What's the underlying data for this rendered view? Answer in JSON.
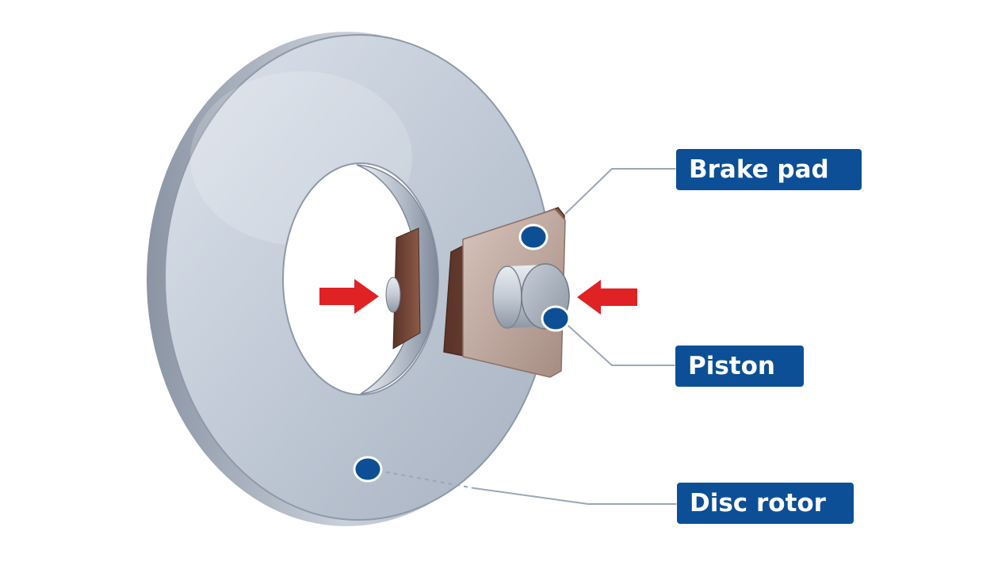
{
  "colors": {
    "label_background": "#0c4f96",
    "label_text": "#ffffff",
    "marker_dot": "#0d4f94",
    "force_arrow": "#e02224",
    "rotor_metal": "#b8c2d0",
    "brake_pad_friction": "#7a4a3c",
    "brake_pad_backing": "#c0a9a0",
    "leader_line": "#9aa7b8"
  },
  "icons": {
    "force_arrows": "arrow-right-icon, arrow-left-icon",
    "markers": "dot-marker-icon"
  },
  "labels": {
    "brake_pad": "Brake pad",
    "piston": "Piston",
    "disc_rotor": "Disc rotor"
  }
}
